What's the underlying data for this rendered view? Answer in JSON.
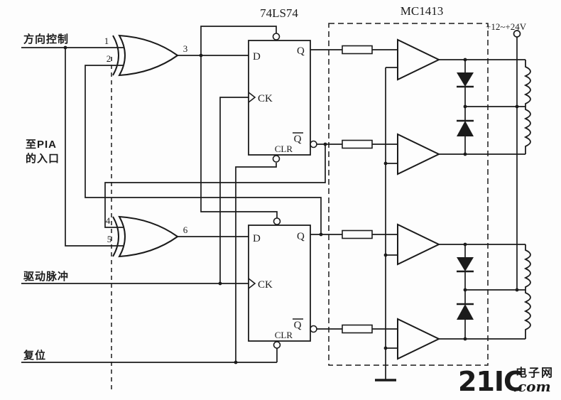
{
  "schematic": {
    "ic_labels": {
      "flipflop_ic": "74LS74",
      "driver_ic": "MC1413"
    },
    "supply": {
      "label": "+12~+24V"
    },
    "signals": {
      "direction": "方向控制",
      "pia_line1": "至PIA",
      "pia_line2": "的入口",
      "drive_pulse": "驱动脉冲",
      "reset": "复位"
    },
    "pins": {
      "p1": "1",
      "p2": "2",
      "p3": "3",
      "p4": "4",
      "p5": "5",
      "p6": "6"
    },
    "ff_pins": {
      "d": "D",
      "q": "Q",
      "ck": "CK",
      "clr": "CLR",
      "qbar": "Q"
    },
    "colors": {
      "ink": "#1b1b1b",
      "watermark": "#f2a9b0"
    },
    "watermark": {
      "brand": "21IC",
      "suffix": ".com",
      "site_name": "电子网"
    }
  }
}
